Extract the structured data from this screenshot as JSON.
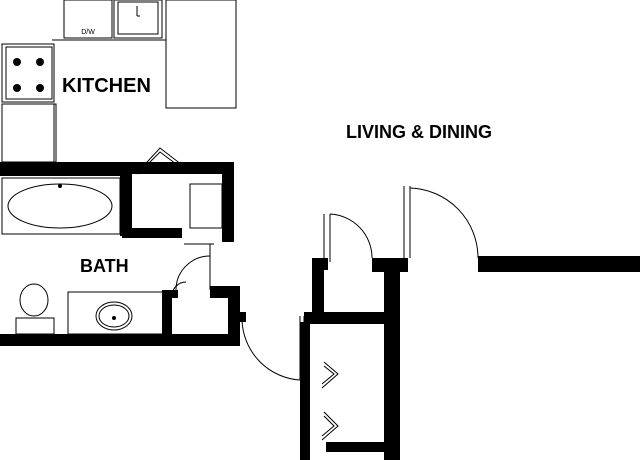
{
  "floorplan": {
    "rooms": {
      "kitchen": "KITCHEN",
      "living_dining": "LIVING & DINING",
      "bath": "BATH"
    },
    "fixtures": {
      "dishwasher": "D/W"
    },
    "colors": {
      "wall": "#000000",
      "background": "#ffffff",
      "line": "#000000"
    }
  }
}
